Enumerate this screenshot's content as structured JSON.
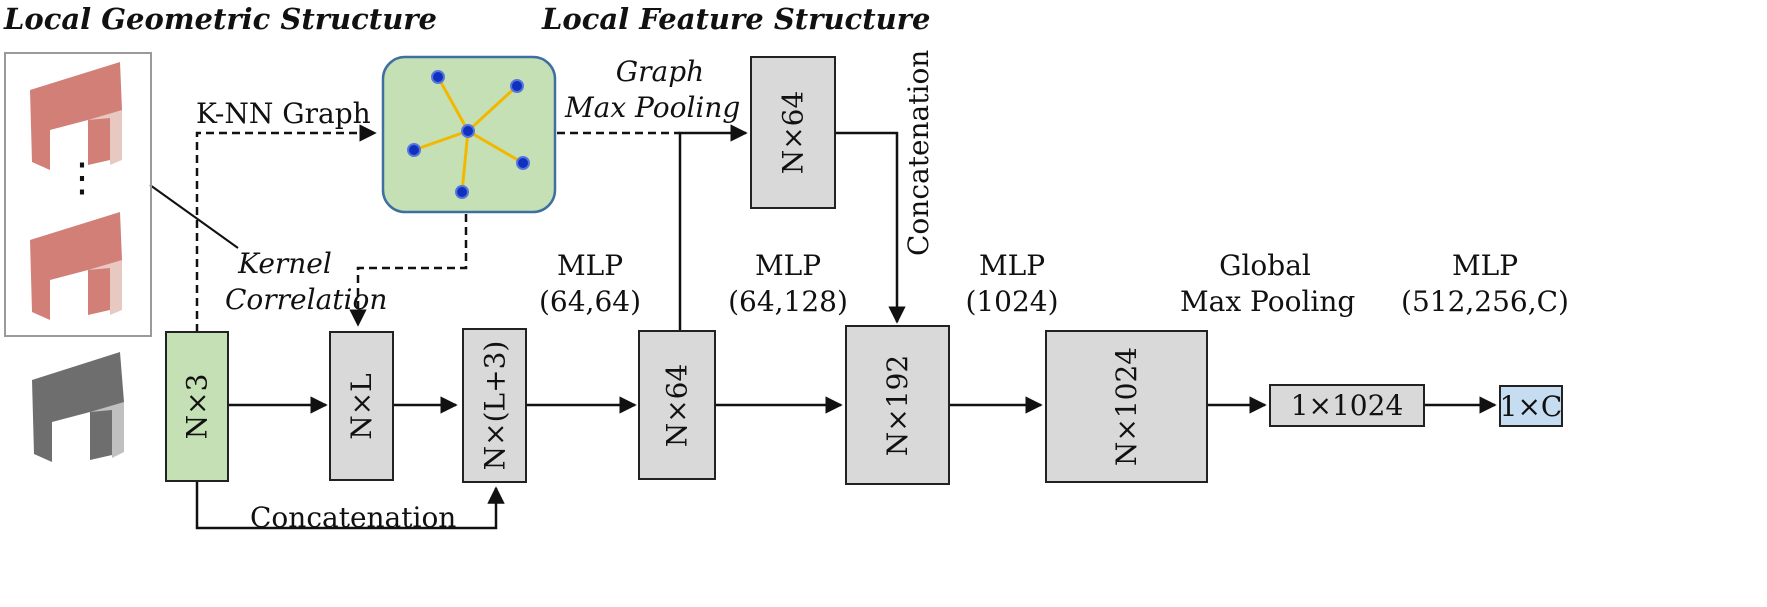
{
  "titles": {
    "left": "Local Geometric Structure",
    "right": "Local Feature Structure"
  },
  "labels": {
    "knn_graph": "K-NN Graph",
    "kernel_correlation_1": "Kernel",
    "kernel_correlation_2": "Correlation",
    "graph_max_pooling_1": "Graph",
    "graph_max_pooling_2": "Max Pooling",
    "concatenation_bottom": "Concatenation",
    "concatenation_vertical": "Concatenation",
    "mlp1_a": "MLP",
    "mlp1_b": "(64,64)",
    "mlp2_a": "MLP",
    "mlp2_b": "(64,128)",
    "mlp3_a": "MLP",
    "mlp3_b": "(1024)",
    "global_a": "Global",
    "global_b": "Max Pooling",
    "mlp4_a": "MLP",
    "mlp4_b": "(512,256,C)",
    "dots": "⋮"
  },
  "boxes": {
    "n3": "N×3",
    "nl": "N×L",
    "nl3": "N×(L+3)",
    "n64": "N×64",
    "n64_top": "N×64",
    "n192": "N×192",
    "n1024": "N×1024",
    "one1024": "1×1024",
    "onec": "1×C"
  },
  "colors": {
    "green_box": "#c5e0b4",
    "gray_box": "#d9d9d9",
    "blue_box": "#c6dcf0",
    "graph_edge": "#f2b800",
    "graph_node": "#1030c0"
  }
}
